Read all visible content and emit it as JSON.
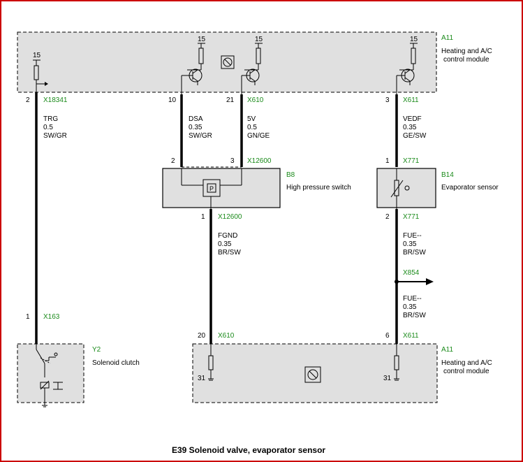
{
  "caption": "E39 Solenoid valve, evaporator sensor",
  "modules": {
    "a11_top": {
      "id": "A11",
      "name_line1": "Heating and A/C",
      "name_line2": "control module"
    },
    "a11_bottom": {
      "id": "A11",
      "name_line1": "Heating and A/C",
      "name_line2": "control module"
    },
    "b8": {
      "id": "B8",
      "name": "High pressure switch",
      "symbol": "P"
    },
    "b14": {
      "id": "B14",
      "name": "Evaporator sensor"
    },
    "y2": {
      "id": "Y2",
      "name": "Solenoid clutch"
    }
  },
  "supply_labels": [
    "15",
    "15",
    "15",
    "15"
  ],
  "ground_labels": [
    "31",
    "31"
  ],
  "pins": {
    "trg_top": "2",
    "dsa_top": "10",
    "v5_top": "21",
    "vedf_top": "3",
    "b8_in_left": "2",
    "b8_in_right": "3",
    "b8_out": "1",
    "b14_in": "1",
    "b14_out": "2",
    "y2_in": "1",
    "fgnd_bottom": "20",
    "fue_bottom": "6"
  },
  "connectors": {
    "x18341": "X18341",
    "x610_top": "X610",
    "x611_top": "X611",
    "x12600_in": "X12600",
    "x12600_out": "X12600",
    "x771_in": "X771",
    "x771_out": "X771",
    "x854": "X854",
    "x163": "X163",
    "x610_bottom": "X610",
    "x611_bottom": "X611"
  },
  "wires": {
    "trg": {
      "name": "TRG",
      "size": "0.5",
      "color": "SW/GR"
    },
    "dsa": {
      "name": "DSA",
      "size": "0.35",
      "color": "SW/GR"
    },
    "v5": {
      "name": "5V",
      "size": "0.5",
      "color": "GN/GE"
    },
    "vedf": {
      "name": "VEDF",
      "size": "0.35",
      "color": "GE/SW"
    },
    "fgnd": {
      "name": "FGND",
      "size": "0.35",
      "color": "BR/SW"
    },
    "fue1": {
      "name": "FUE--",
      "size": "0.35",
      "color": "BR/SW"
    },
    "fue2": {
      "name": "FUE--",
      "size": "0.35",
      "color": "BR/SW"
    }
  },
  "colors": {
    "frame": "#cc0000",
    "connector_text": "#1a8a1a",
    "module_fill": "#e0e0e0"
  }
}
